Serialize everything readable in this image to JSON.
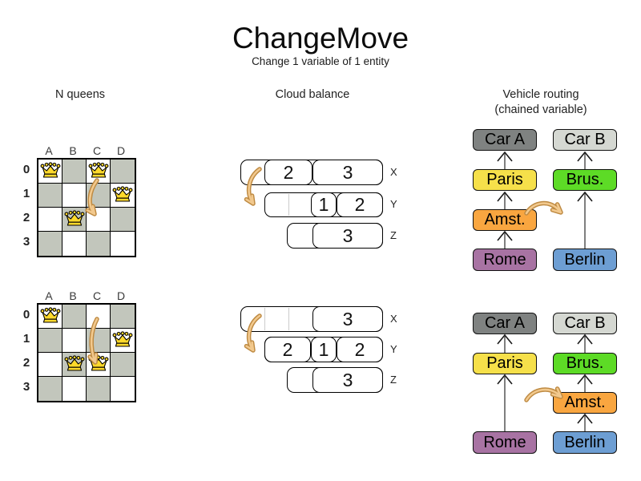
{
  "title": "ChangeMove",
  "subtitle": "Change 1 variable of 1 entity",
  "colors": {
    "board_dark": "#C2C6BC",
    "board_light": "#FFFFFF",
    "queen_gold": "#FFD92B",
    "process_orange": "#F9A640",
    "process_green": "#6FD93A",
    "process_yellow": "#F6E04A",
    "process_blue": "#6D9ED3",
    "process_purple": "#A873A3",
    "vr_green": "#5DDB26",
    "car_a_gray": "#7F8281",
    "car_b_gray": "#D5D8D2",
    "move_arrow_outline": "#BE8A42",
    "move_arrow_fill": "#F2C98E",
    "chain_line": "#7F7F7F"
  },
  "sections": {
    "nqueens": {
      "header": "N queens",
      "columns": [
        "A",
        "B",
        "C",
        "D"
      ],
      "rows": [
        "0",
        "1",
        "2",
        "3"
      ],
      "before_queens": [
        "A0",
        "C0",
        "D1",
        "B2"
      ],
      "after_queens": [
        "A0",
        "D1",
        "B2",
        "C2"
      ],
      "move": "queen C: row 0 -> row 2"
    },
    "cloud": {
      "header": "Cloud balance",
      "computers": [
        "X",
        "Y",
        "Z"
      ],
      "before": {
        "X": [
          {
            "process": "2",
            "color": "#F9A640"
          },
          {
            "process": "3",
            "color": "#6FD93A"
          }
        ],
        "Y": [
          {
            "process": "1",
            "color": "#F6E04A"
          },
          {
            "process": "2",
            "color": "#6D9ED3"
          }
        ],
        "Z": [
          {
            "process": "3",
            "color": "#A873A3"
          }
        ]
      },
      "after": {
        "X": [
          {
            "process": "3",
            "color": "#6FD93A"
          }
        ],
        "Y": [
          {
            "process": "2",
            "color": "#F9A640"
          },
          {
            "process": "1",
            "color": "#F6E04A"
          },
          {
            "process": "2",
            "color": "#6D9ED3"
          }
        ],
        "Z": [
          {
            "process": "3",
            "color": "#A873A3"
          }
        ]
      },
      "move": "process 2: computer X -> computer Y"
    },
    "vehicle": {
      "header": "Vehicle routing",
      "subheader": "(chained variable)",
      "before": {
        "chain_a": [
          {
            "label": "Car A",
            "color": "#7F8281"
          },
          {
            "label": "Paris",
            "color": "#F6E04A"
          },
          {
            "label": "Amst.",
            "color": "#F9A640"
          },
          {
            "label": "Rome",
            "color": "#A873A3"
          }
        ],
        "chain_b": [
          {
            "label": "Car B",
            "color": "#D5D8D2"
          },
          {
            "label": "Brus.",
            "color": "#5DDB26"
          },
          {
            "label": "Berlin",
            "color": "#6D9ED3"
          }
        ]
      },
      "after": {
        "chain_a": [
          {
            "label": "Car A",
            "color": "#7F8281"
          },
          {
            "label": "Paris",
            "color": "#F6E04A"
          },
          {
            "label": "Rome",
            "color": "#A873A3"
          }
        ],
        "chain_b": [
          {
            "label": "Car B",
            "color": "#D5D8D2"
          },
          {
            "label": "Brus.",
            "color": "#5DDB26"
          },
          {
            "label": "Amst.",
            "color": "#F9A640"
          },
          {
            "label": "Berlin",
            "color": "#6D9ED3"
          }
        ]
      },
      "move": "Amst.: chain of Car A -> chain of Car B"
    }
  }
}
